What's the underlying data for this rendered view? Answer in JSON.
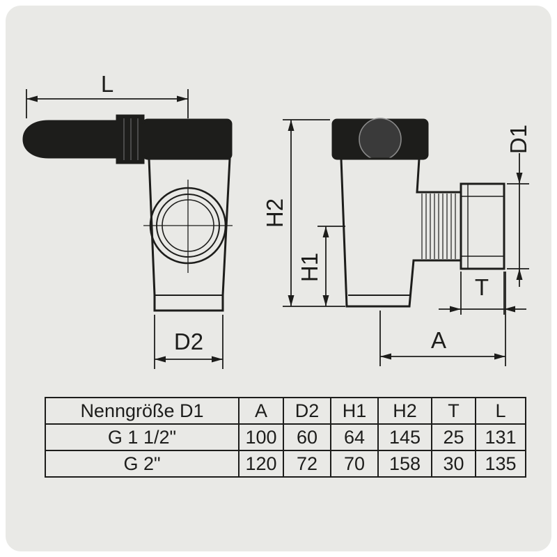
{
  "colors": {
    "background": "#e9e9e6",
    "line": "#1d1d1b",
    "handle_fill": "#1d1d1b",
    "body_fill": "#e9e9e6",
    "pivot_fill": "#3a3a3a"
  },
  "drawing": {
    "labels": {
      "L": "L",
      "D2": "D2",
      "H2": "H2",
      "H1": "H1",
      "D1": "D1",
      "T": "T",
      "A": "A"
    }
  },
  "table": {
    "headers": [
      "Nenngröße D1",
      "A",
      "D2",
      "H1",
      "H2",
      "T",
      "L"
    ],
    "rows": [
      [
        "G 1 1/2\"",
        "100",
        "60",
        "64",
        "145",
        "25",
        "131"
      ],
      [
        "G 2\"",
        "120",
        "72",
        "70",
        "158",
        "30",
        "135"
      ]
    ]
  }
}
